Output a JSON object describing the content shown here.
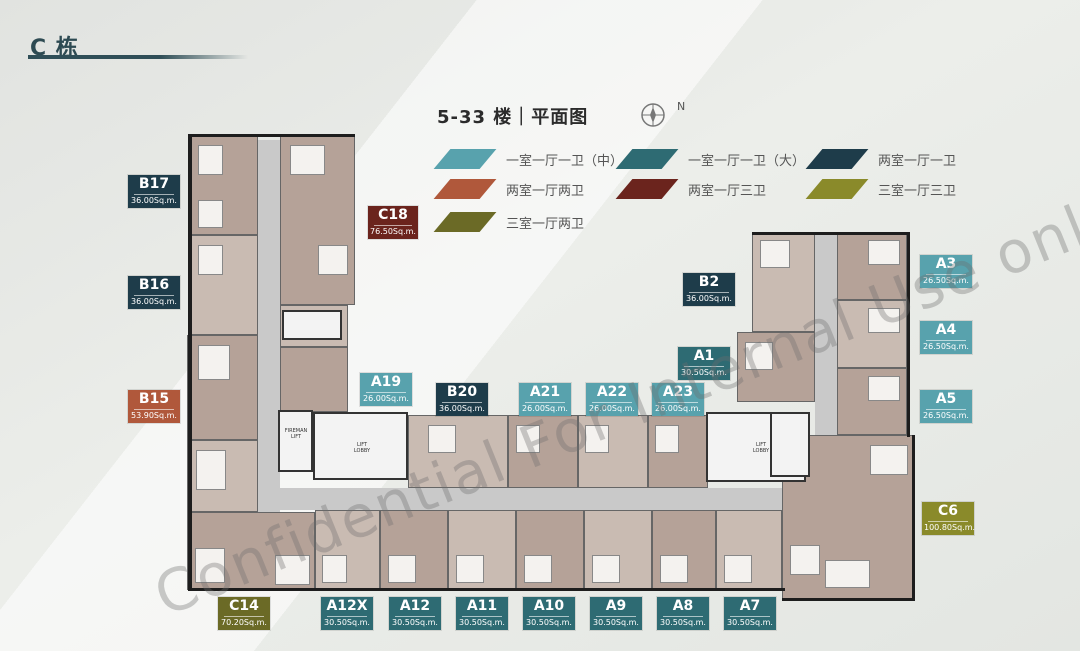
{
  "header": {
    "block": "C 栋",
    "plan_title": "5-33 楼｜平面图",
    "north": "N"
  },
  "colors": {
    "teal_light": "#58a2ad",
    "teal_mid": "#2e6b73",
    "navy": "#1e3c4a",
    "rust": "#b0583b",
    "maroon": "#6b241d",
    "olive": "#8a8a2a",
    "olive_dark": "#6b6a26"
  },
  "legend": [
    {
      "label": "一室一厅一卫（中）",
      "color": "#58a2ad"
    },
    {
      "label": "一室一厅一卫（大）",
      "color": "#2e6b73"
    },
    {
      "label": "两室一厅一卫",
      "color": "#1e3c4a"
    },
    {
      "label": "两室一厅两卫",
      "color": "#b0583b"
    },
    {
      "label": "两室一厅三卫",
      "color": "#6b241d"
    },
    {
      "label": "三室一厅三卫",
      "color": "#8a8a2a"
    },
    {
      "label": "三室一厅两卫",
      "color": "#6b6a26"
    }
  ],
  "units": [
    {
      "code": "B17",
      "area": "36.00Sq.m.",
      "color": "#1e3c4a"
    },
    {
      "code": "B16",
      "area": "36.00Sq.m.",
      "color": "#1e3c4a"
    },
    {
      "code": "B15",
      "area": "53.90Sq.m.",
      "color": "#b0583b"
    },
    {
      "code": "C18",
      "area": "76.50Sq.m.",
      "color": "#6b241d"
    },
    {
      "code": "C14",
      "area": "70.20Sq.m.",
      "color": "#6b6a26"
    },
    {
      "code": "A12X",
      "area": "30.50Sq.m.",
      "color": "#2e6b73"
    },
    {
      "code": "A12",
      "area": "30.50Sq.m.",
      "color": "#2e6b73"
    },
    {
      "code": "A11",
      "area": "30.50Sq.m.",
      "color": "#2e6b73"
    },
    {
      "code": "A10",
      "area": "30.50Sq.m.",
      "color": "#2e6b73"
    },
    {
      "code": "A9",
      "area": "30.50Sq.m.",
      "color": "#2e6b73"
    },
    {
      "code": "A8",
      "area": "30.50Sq.m.",
      "color": "#2e6b73"
    },
    {
      "code": "A7",
      "area": "30.50Sq.m.",
      "color": "#2e6b73"
    },
    {
      "code": "A19",
      "area": "26.00Sq.m.",
      "color": "#58a2ad"
    },
    {
      "code": "B20",
      "area": "36.00Sq.m.",
      "color": "#1e3c4a"
    },
    {
      "code": "A21",
      "area": "26.00Sq.m.",
      "color": "#58a2ad"
    },
    {
      "code": "A22",
      "area": "26.00Sq.m.",
      "color": "#58a2ad"
    },
    {
      "code": "A23",
      "area": "26.00Sq.m.",
      "color": "#58a2ad"
    },
    {
      "code": "B2",
      "area": "36.00Sq.m.",
      "color": "#1e3c4a"
    },
    {
      "code": "A1",
      "area": "30.50Sq.m.",
      "color": "#2e6b73"
    },
    {
      "code": "A3",
      "area": "26.50Sq.m.",
      "color": "#58a2ad"
    },
    {
      "code": "A4",
      "area": "26.50Sq.m.",
      "color": "#58a2ad"
    },
    {
      "code": "A5",
      "area": "26.50Sq.m.",
      "color": "#58a2ad"
    },
    {
      "code": "C6",
      "area": "100.80Sq.m.",
      "color": "#8a8a2a"
    }
  ],
  "cores": {
    "fireman_lift": "FIREMAN LIFT",
    "lift_lobby_left": "LIFT LOBBY",
    "lift_lobby_right": "LIFT LOBBY"
  },
  "watermark": "Confidential For Internal Use only"
}
